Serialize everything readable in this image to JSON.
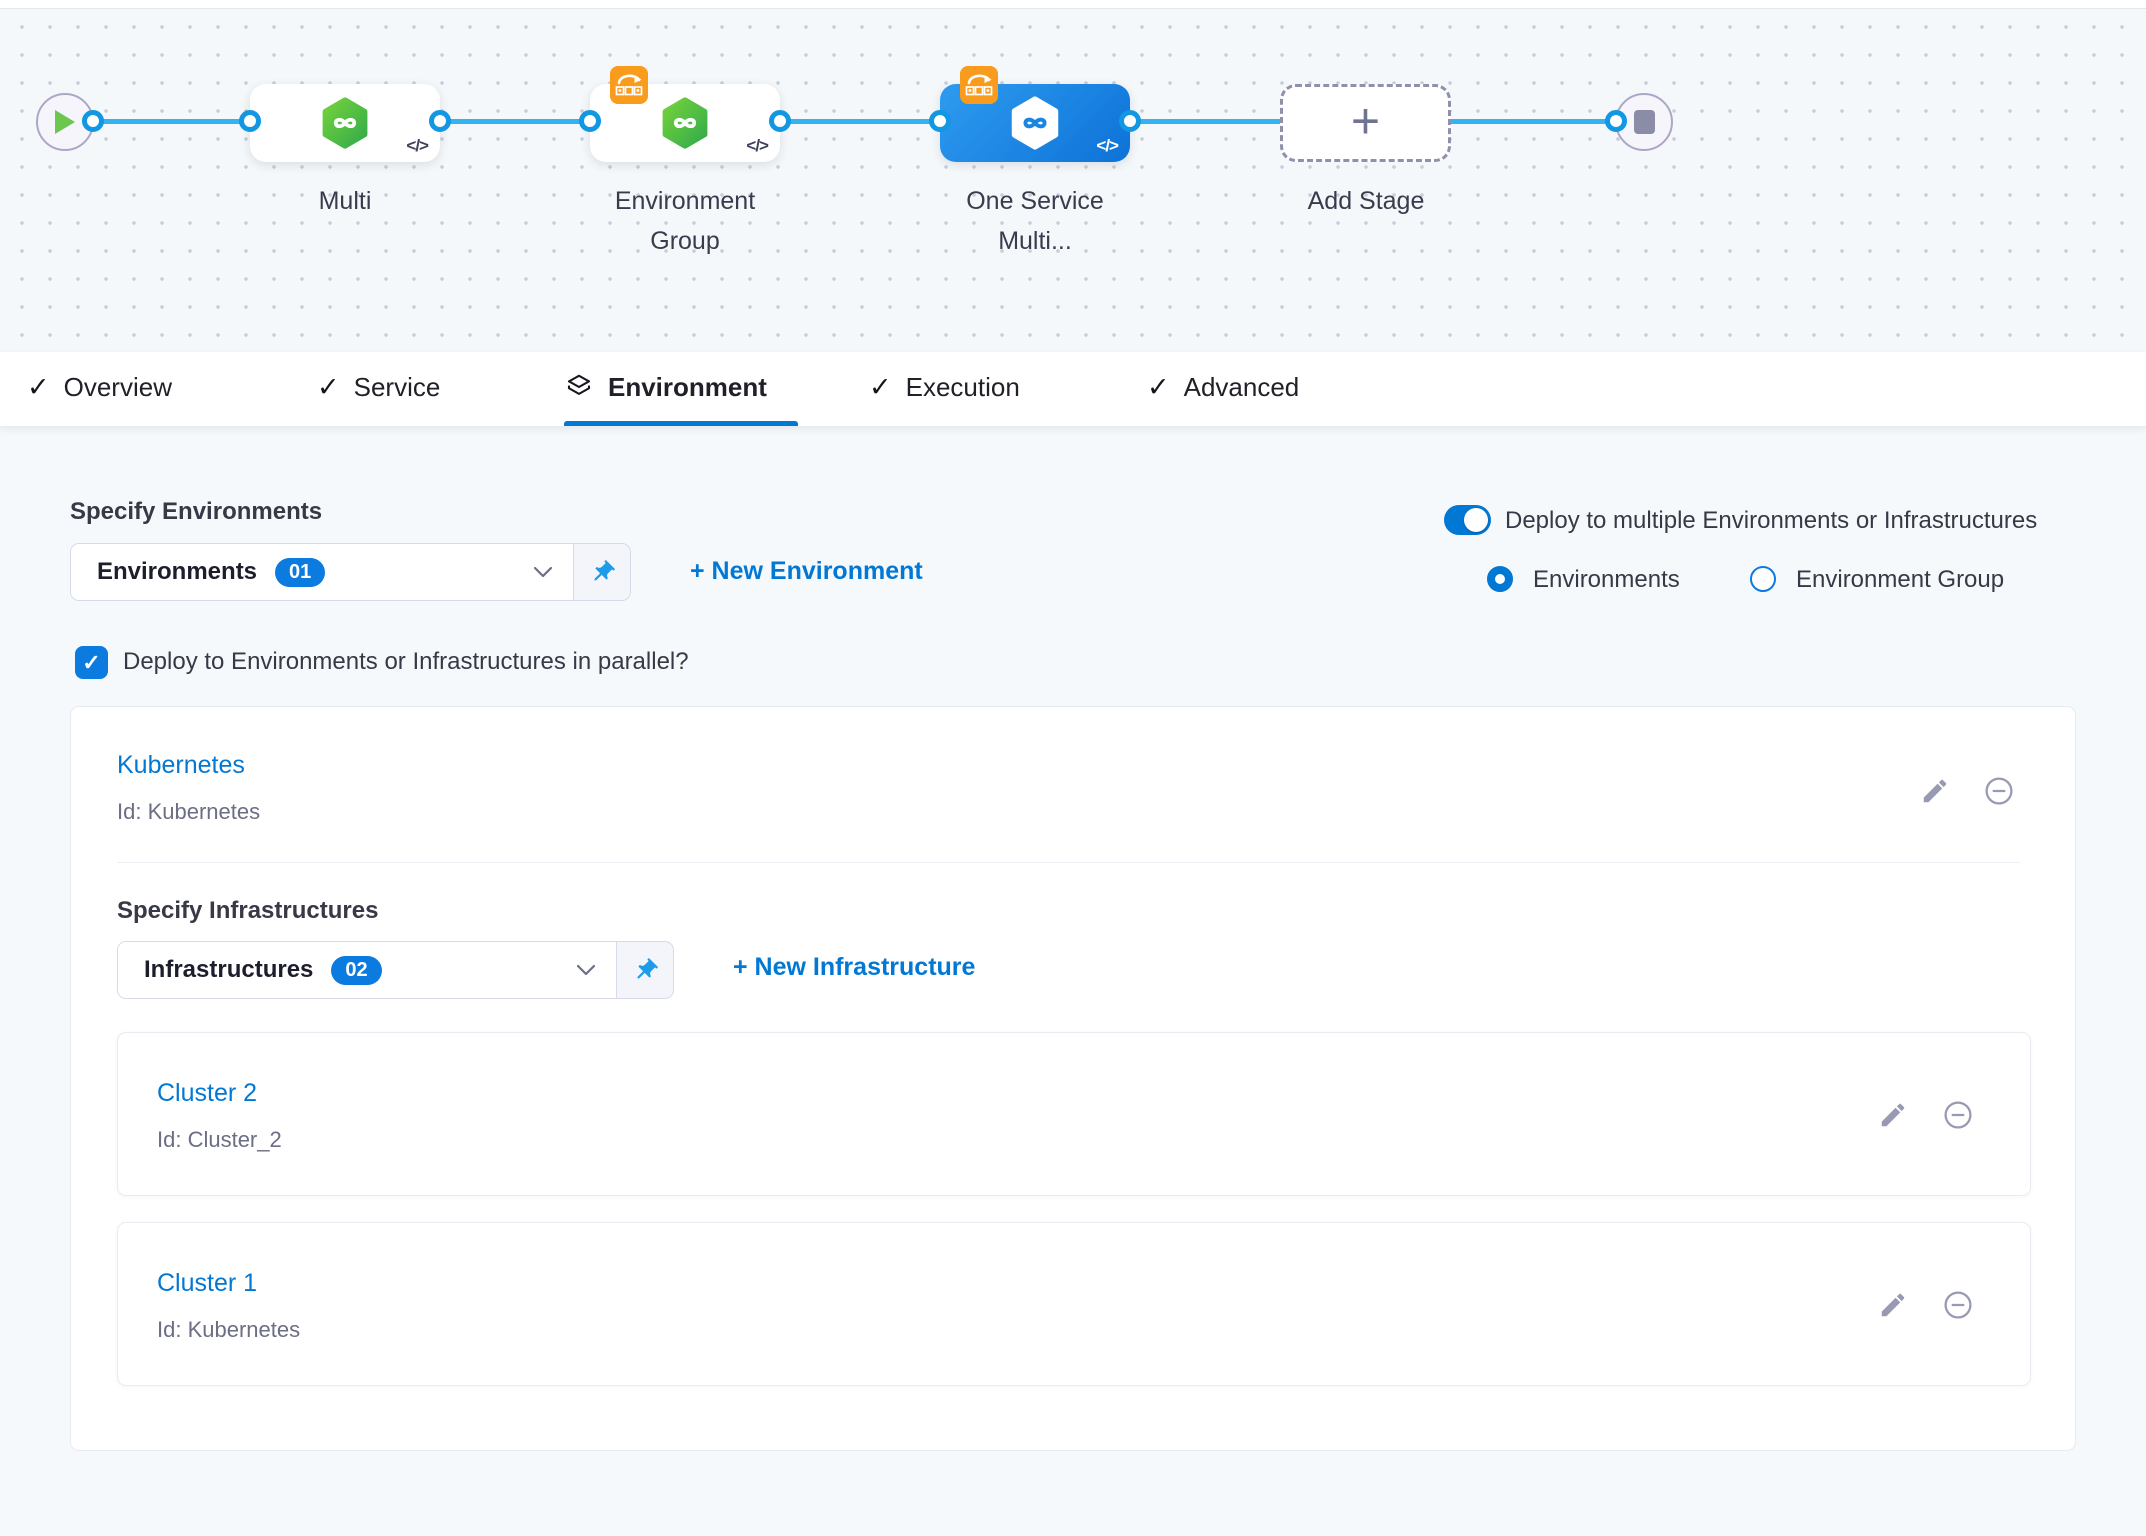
{
  "pipeline": {
    "nodes": [
      {
        "label": "Multi",
        "code_badge": "</>"
      },
      {
        "label": "Environment Group",
        "code_badge": "</>"
      },
      {
        "label": "One Service Multi...",
        "code_badge": "</>"
      },
      {
        "label": "Add Stage",
        "plus_glyph": "+"
      }
    ]
  },
  "tabs": {
    "check_glyph": "✓",
    "items": [
      {
        "label": "Overview"
      },
      {
        "label": "Service"
      },
      {
        "label": "Environment"
      },
      {
        "label": "Execution"
      },
      {
        "label": "Advanced"
      }
    ]
  },
  "environment_section": {
    "specify_environments_label": "Specify Environments",
    "environments_dropdown": {
      "value": "Environments",
      "count": "01"
    },
    "new_environment_link": "+ New Environment",
    "multi_deploy_toggle_label": "Deploy to multiple Environments or Infrastructures",
    "radio_environments_label": "Environments",
    "radio_environment_group_label": "Environment Group",
    "parallel_checkbox_label": "Deploy to Environments or Infrastructures in parallel?",
    "checkbox_check_glyph": "✓"
  },
  "environment_card": {
    "name": "Kubernetes",
    "id": "Id: Kubernetes",
    "specify_infrastructures_label": "Specify Infrastructures",
    "infrastructures_dropdown": {
      "value": "Infrastructures",
      "count": "02"
    },
    "new_infrastructure_link": "+ New Infrastructure",
    "infrastructures": [
      {
        "name": "Cluster 2",
        "id": "Id: Cluster_2"
      },
      {
        "name": "Cluster 1",
        "id": "Id: Kubernetes"
      }
    ]
  },
  "colors": {
    "primary_blue": "#0278d5",
    "connector_blue": "#35b2f0",
    "port_blue": "#1297e2",
    "node_green": "#3eb549",
    "selected_node_blue": "#1588e5",
    "rolling_badge_orange": "#f99b1c",
    "pin_blue": "#1f9ce8"
  }
}
